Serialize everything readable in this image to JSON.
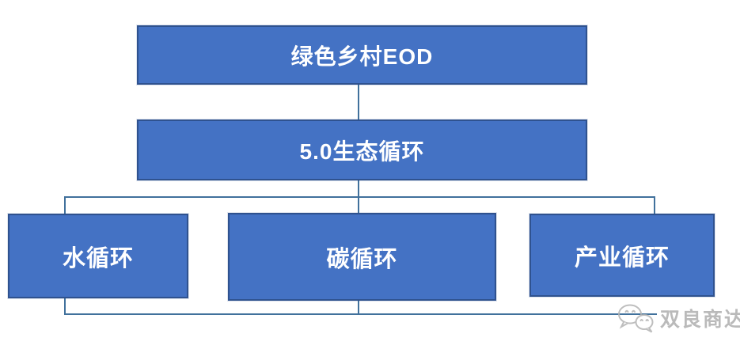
{
  "diagram": {
    "root": {
      "label": "绿色乡村EOD"
    },
    "level2": {
      "label": "5.0生态循环"
    },
    "children": [
      {
        "label": "水循环"
      },
      {
        "label": "碳循环"
      },
      {
        "label": "产业循环"
      }
    ]
  },
  "watermark": {
    "text": "双良商达",
    "icon": "wechat-icon"
  },
  "colors": {
    "box_fill": "#4472C4",
    "box_border": "#2F528F",
    "connector": "#41719C",
    "text": "#ffffff",
    "watermark": "#aeaeae",
    "background": "#ffffff"
  }
}
